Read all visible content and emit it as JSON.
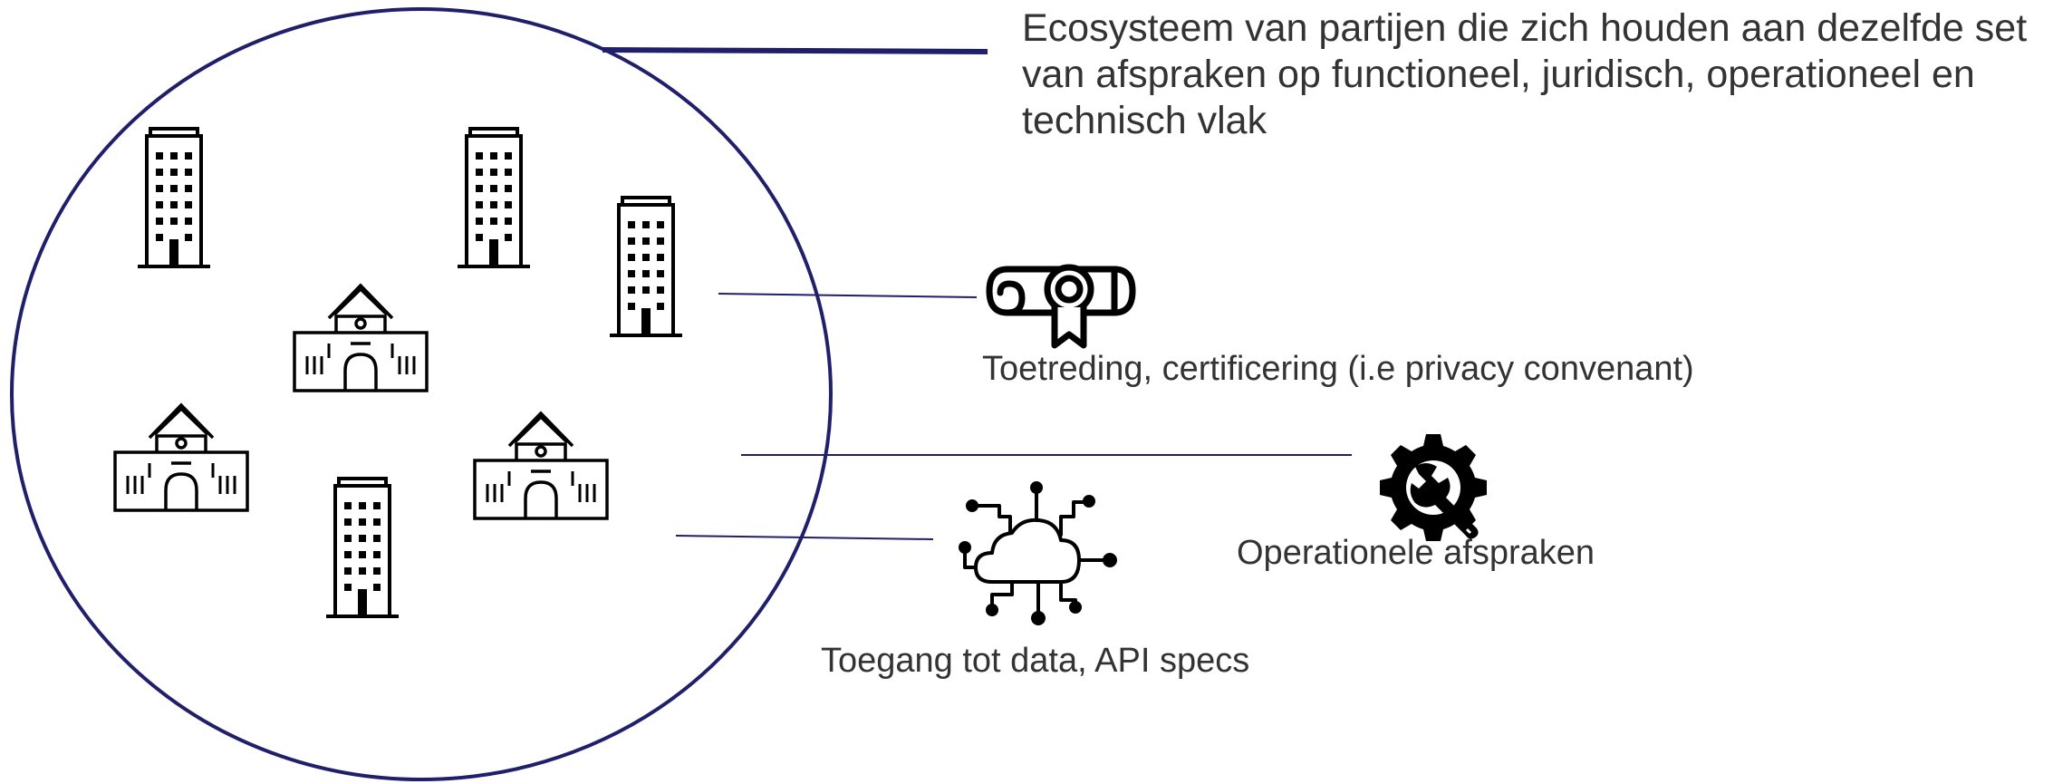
{
  "headline": "Ecosysteem van partijen die zich houden aan dezelfde set van afspraken op functioneel, juridisch, operationeel en technisch vlak",
  "callouts": {
    "toetreding": "Toetreding, certificering (i.e privacy convenant)",
    "operationeel": "Operationele afspraken",
    "toegang": "Toegang tot data, API specs"
  },
  "colors": {
    "ecosystem_ring": "#1f1f6b",
    "connector": "#1f1f6b",
    "icon": "#000000",
    "text": "#333333"
  },
  "icons": {
    "office": "office-building-icon",
    "institution": "school-building-icon",
    "certificate": "certificate-scroll-icon",
    "operations": "gear-wrench-icon",
    "data": "cloud-network-icon"
  }
}
